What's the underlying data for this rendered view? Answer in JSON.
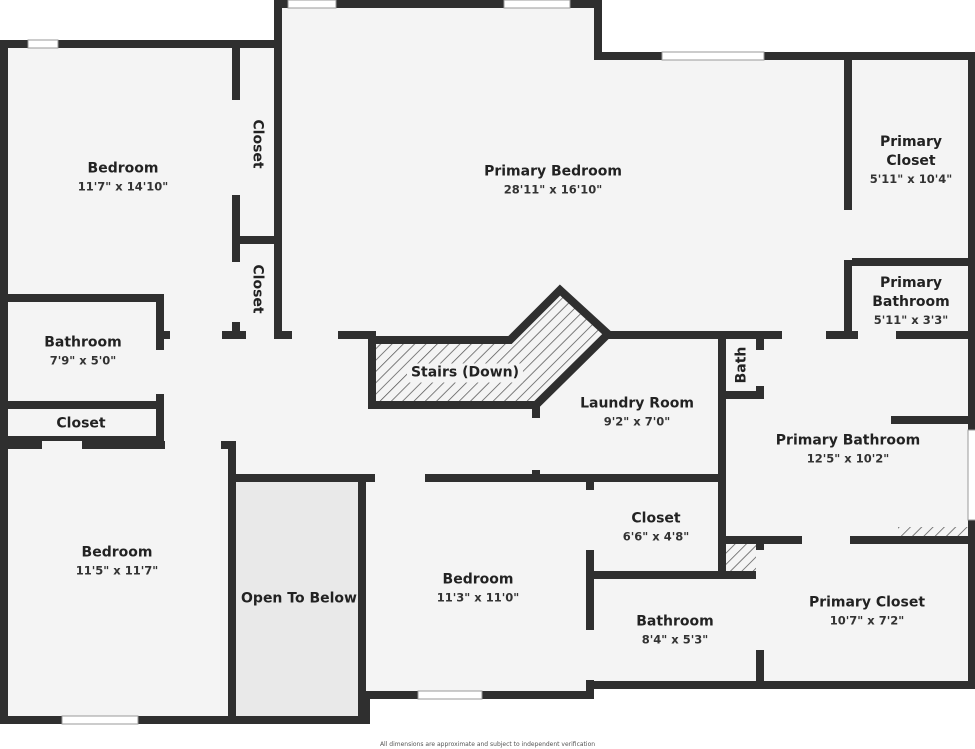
{
  "rooms": {
    "bedroom_nw": {
      "name": "Bedroom",
      "dims": "11'7\" x 14'10\""
    },
    "closet_upper": {
      "name": "Closet"
    },
    "closet_lower": {
      "name": "Closet"
    },
    "primary_bedroom": {
      "name": "Primary Bedroom",
      "dims": "28'11\" x 16'10\""
    },
    "primary_closet_upper": {
      "name": "Primary Closet",
      "dims": "5'11\" x 10'4\""
    },
    "primary_bathroom_small": {
      "name": "Primary Bathroom",
      "dims": "5'11\" x 3'3\""
    },
    "bathroom_w": {
      "name": "Bathroom",
      "dims": "7'9\" x 5'0\""
    },
    "closet_w": {
      "name": "Closet"
    },
    "stairs": {
      "name": "Stairs (Down)"
    },
    "laundry": {
      "name": "Laundry Room",
      "dims": "9'2\" x 7'0\""
    },
    "bath": {
      "name": "Bath"
    },
    "primary_bathroom": {
      "name": "Primary Bathroom",
      "dims": "12'5\" x 10'2\""
    },
    "bedroom_sw": {
      "name": "Bedroom",
      "dims": "11'5\" x 11'7\""
    },
    "open_to_below": {
      "name": "Open To Below"
    },
    "bedroom_s": {
      "name": "Bedroom",
      "dims": "11'3\" x 11'0\""
    },
    "closet_s": {
      "name": "Closet",
      "dims": "6'6\" x 4'8\""
    },
    "bathroom_s": {
      "name": "Bathroom",
      "dims": "8'4\" x 5'3\""
    },
    "primary_closet_lower": {
      "name": "Primary Closet",
      "dims": "10'7\" x 7'2\""
    }
  },
  "footer": "All dimensions are approximate and subject to independent verification",
  "colors": {
    "wall": "#2f2f2f",
    "floor": "#f4f4f4",
    "open": "#e9e9e9"
  }
}
